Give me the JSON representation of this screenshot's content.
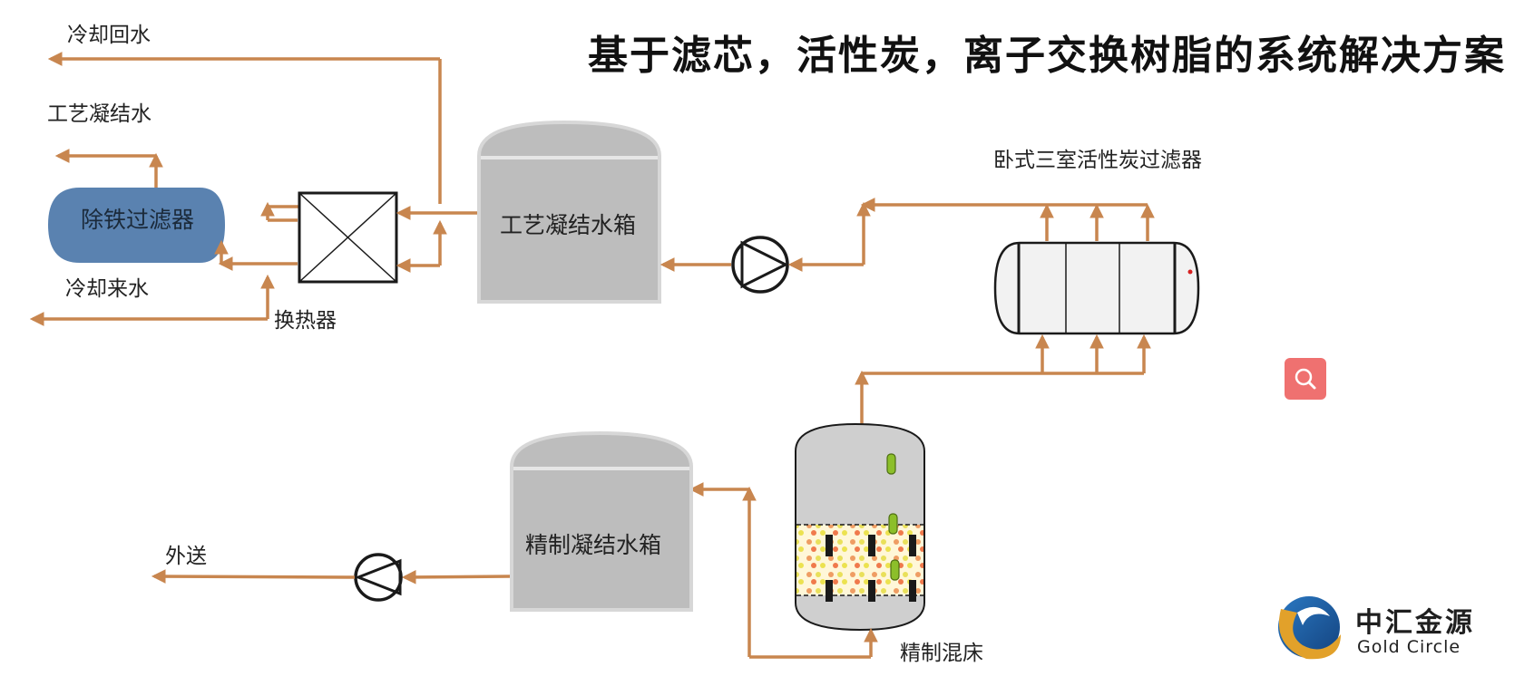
{
  "title": "基于滤芯，活性炭，离子交换树脂的系统解决方案",
  "labels": {
    "cooling_return": "冷却回水",
    "process_condensate": "工艺凝结水",
    "iron_filter": "除铁过滤器",
    "cooling_inlet": "冷却来水",
    "heat_exchanger": "换热器",
    "process_tank": "工艺凝结水箱",
    "carbon_filter": "卧式三室活性炭过滤器",
    "refined_tank": "精制凝结水箱",
    "export": "外送",
    "mixed_bed": "精制混床"
  },
  "logo": {
    "name_cn": "中汇金源",
    "name_en": "Gold Circle"
  },
  "colors": {
    "pipe": "#c8864f",
    "tank_fill": "#bdbdbd",
    "iron_filter_fill": "#5a82b0",
    "search_button": "#ef7170",
    "logo_blue": "#1e5fa8",
    "logo_gold": "#e2a12a"
  },
  "icons": {
    "search": "search-icon",
    "pump": "pump-icon",
    "heat_exchanger": "heat-exchanger-icon"
  }
}
